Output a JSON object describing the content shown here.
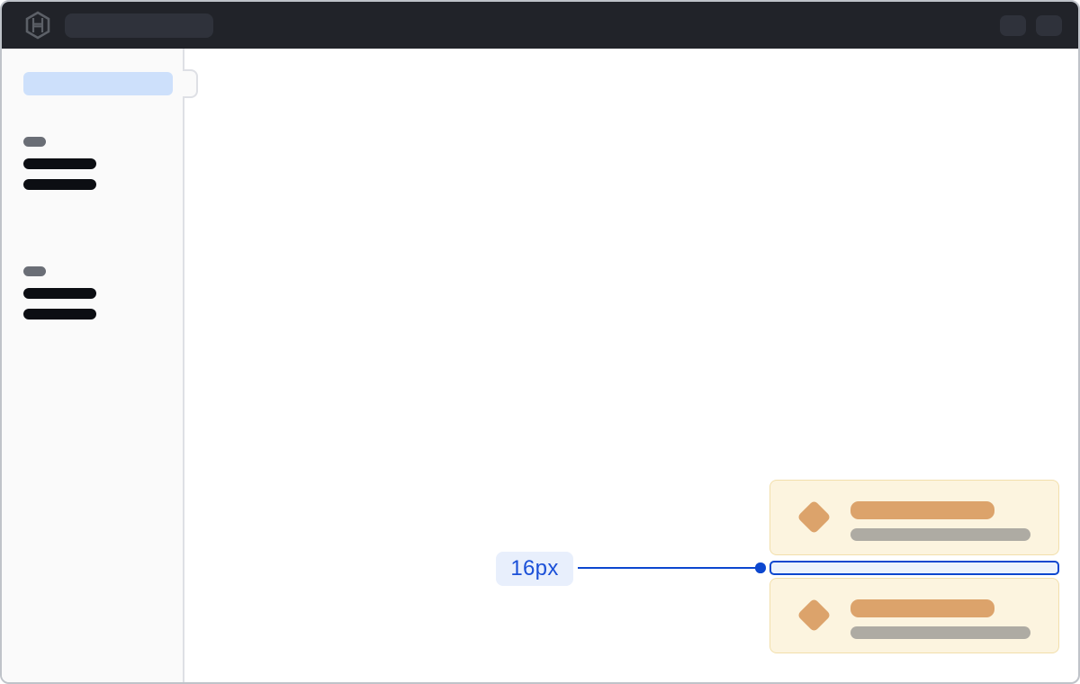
{
  "window": {
    "navbar": {
      "logo_icon": "hashicorp-logo-icon",
      "search_placeholder": "skeleton-pill",
      "action_button_count": 2
    },
    "sidebar": {
      "active_item": "skeleton-selected-highlight",
      "collapse_tab_icon": "sidebar-collapse-tab",
      "groups": [
        {
          "label": "skeleton-section-label",
          "items": [
            "skeleton-link",
            "skeleton-link"
          ]
        },
        {
          "label": "skeleton-section-label",
          "items": [
            "skeleton-link",
            "skeleton-link"
          ]
        }
      ]
    },
    "main": {
      "cards": [
        {
          "icon": "diamond-icon",
          "title": "skeleton-title-bar",
          "subtitle": "skeleton-subtitle-bar"
        },
        {
          "icon": "diamond-icon",
          "title": "skeleton-title-bar",
          "subtitle": "skeleton-subtitle-bar"
        }
      ]
    }
  },
  "annotation": {
    "spacing_label": "16px",
    "marker": "dot-and-line",
    "highlighted_region": "16px vertical gap between cards"
  },
  "colors": {
    "accent": "#0c47cf",
    "accent_text": "#1b50d8",
    "accent_fill": "#ecf2fc",
    "badge_bg": "#e8effc",
    "navbar_bg": "#212329",
    "navbar_item": "#2f323b",
    "navbar_logo": "#5c6067",
    "frame_border": "#bfc3c9",
    "sidebar_bg": "#fafafa",
    "sidebar_border": "#dee0e5",
    "sidebar_active": "#cde0fb",
    "skeleton_dark": "#0c0e13",
    "skeleton_gray": "#6a6e76",
    "card_bg": "#fcf4df",
    "card_border": "#f2dfab",
    "card_orange": "#dca36b",
    "card_gray": "#aeaba3"
  }
}
